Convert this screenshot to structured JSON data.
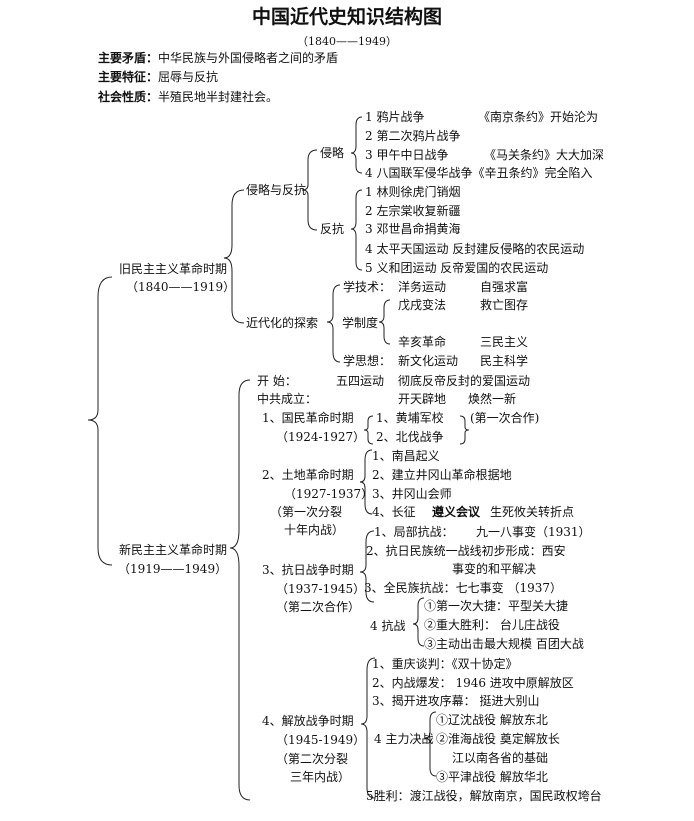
{
  "title": "中国近代史知识结构图",
  "subtitle": "（1840——1949）",
  "intro": {
    "l1_label": "主要矛盾：",
    "l1_text": "中华民族与外国侵略者之间的矛盾",
    "l2_label": "主要特征：",
    "l2_text": "屈辱与反抗",
    "l3_label": "社会性质：",
    "l3_text": "半殖民地半封建社会。"
  },
  "old": {
    "name": "旧民主主义革命时期",
    "years": "（1840——1919）",
    "b1": "侵略与反抗",
    "b2": "近代化的探索",
    "aggr": "侵略",
    "resist": "反抗",
    "a1": "1 鸦片战争",
    "a1n": "《南京条约》开始沦为",
    "a2": "2 第二次鸦片战争",
    "a3": "3 甲午中日战争",
    "a3n": "《马关条约》大大加深",
    "a4": "4 八国联军侵华战争《辛丑条约》完全陷入",
    "r1": "1 林则徐虎门销烟",
    "r2": "2 左宗棠收复新疆",
    "r3": "3 邓世昌命捐黄海",
    "r4": "4 太平天国运动  反封建反侵略的农民运动",
    "r5": "5 义和团运动     反帝爱国的农民运动",
    "tech": "学技术：",
    "tech1": "洋务运动",
    "tech2": "自强求富",
    "sys": "学制度",
    "sys1a": "戊戌变法",
    "sys1b": "救亡图存",
    "sys2a": "辛亥革命",
    "sys2b": "三民主义",
    "thought": "学思想：",
    "th1": "新文化运动",
    "th2": "民主科学"
  },
  "new": {
    "name": "新民主主义革命时期",
    "years": "（1919——1949）",
    "start": "开      始：",
    "start1": "五四运动",
    "start2": "彻底反帝反封的爱国运动",
    "ccp": "中共成立：",
    "ccp1": "开天辟地",
    "ccp2": "焕然一新",
    "p1": "1、国民革命时期",
    "p1y": "（1924-1927）",
    "p1a": "1、黄埔军校",
    "p1b": "2、北伐战争",
    "p1c": "(第一次合作)",
    "p2": "2、土地革命时期",
    "p2y": "（1927-1937）",
    "p2c1": "（第一次分裂",
    "p2c2": "十年内战）",
    "p2a": "1、南昌起义",
    "p2b": "2、建立井冈山革命根据地",
    "p2cc": "3、井冈山会师",
    "p2d": "4、长征",
    "p2d1": "遵义会议",
    "p2d2": "生死攸关转折点",
    "p3": "3、抗日战争时期",
    "p3y": "（1937-1945）",
    "p3c": "（第二次合作）",
    "p3a": "1、局部抗战：",
    "p3a1": "九一八事变（1931）",
    "p3b": "2、抗日民族统一战线初步形成：西安",
    "p3b2": "事变的和平解决",
    "p3cc": "3、全民族抗战：七七事变     （1937）",
    "p3d": "4  抗战",
    "p3d1": "①第一次大捷：平型关大捷",
    "p3d2": "②重大胜利：      台儿庄战役",
    "p3d3": "③主动出击最大规模  百团大战",
    "p4": "4、解放战争时期",
    "p4y": "（1945-1949）",
    "p4c1": "（第二次分裂",
    "p4c2": "三年内战）",
    "p4a": "1、重庆谈判：《双十协定》",
    "p4b": "2、内战爆发：  1946  进攻中原解放区",
    "p4cc": "3、揭开进攻序幕：    挺进大别山",
    "p4d": "4 主力决战",
    "p4d1": "①辽沈战役    解放东北",
    "p4d2": "②淮海战役    奠定解放长",
    "p4d2b": "江以南各省的基础",
    "p4d3": "③平津战役    解放华北",
    "p4e": "5胜利：渡江战役，解放南京，国民政权垮台"
  }
}
